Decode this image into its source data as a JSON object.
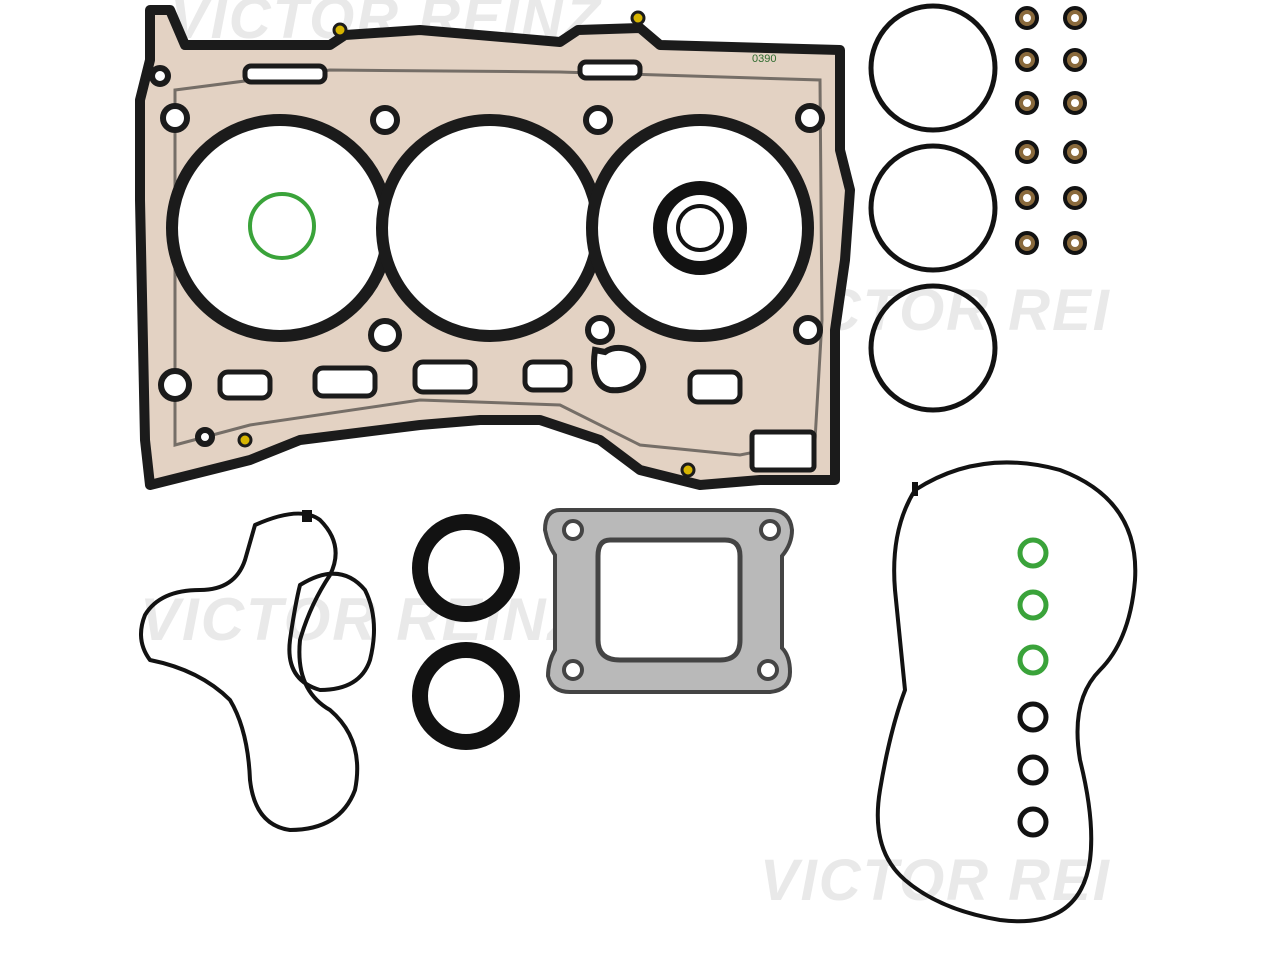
{
  "watermark": {
    "brand": "VICTOR REINZ",
    "brand_partial": "VICTOR REI"
  },
  "head_gasket": {
    "mark": "0390"
  },
  "colors": {
    "gasket_body": "#e3d2c3",
    "gasket_edge": "#1b1b1b",
    "seal_black": "#121212",
    "seal_green": "#3aa33a",
    "valve_seal_brown": "#8a6a3c",
    "exhaust_gasket": "#b9b9b9",
    "background": "#ffffff"
  }
}
